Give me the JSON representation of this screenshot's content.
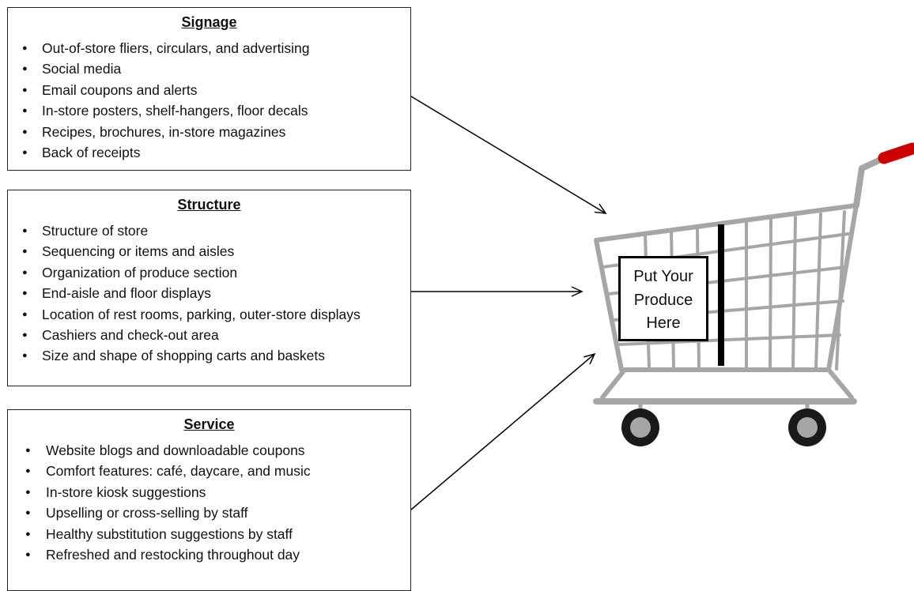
{
  "signage": {
    "title": "Signage",
    "items": [
      "Out-of-store fliers, circulars, and advertising",
      "Social media",
      "Email coupons and alerts",
      "In-store posters, shelf-hangers, floor decals",
      "Recipes, brochures, in-store magazines",
      "Back of receipts"
    ]
  },
  "structure": {
    "title": "Structure",
    "items": [
      "Structure of store",
      "Sequencing or items and aisles",
      "Organization of produce section",
      "End-aisle and floor displays",
      "Location of rest rooms, parking, outer-store displays",
      "Cashiers and check-out area",
      "Size and shape of shopping carts and baskets"
    ]
  },
  "service": {
    "title": "Service",
    "items": [
      "Website blogs and downloadable coupons",
      "Comfort features: café, daycare, and music",
      "In-store kiosk suggestions",
      "Upselling or cross-selling by staff",
      "Healthy substitution suggestions by staff",
      "Refreshed and restocking throughout day"
    ]
  },
  "cart": {
    "label": "Put Your\nProduce\nHere",
    "frame_color": "#a6a6a6",
    "handle_color": "#cc0000",
    "wheel_color": "#1a1a1a"
  }
}
